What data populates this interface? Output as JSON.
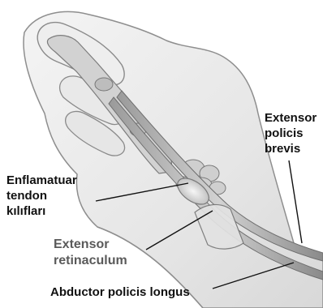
{
  "labels": {
    "extensor_policis_brevis": [
      "Extensor",
      "policis",
      "brevis"
    ],
    "enflamatuar_tendon": [
      "Enflamatuar",
      "tendon",
      "kılıfları"
    ],
    "extensor_retinaculum": [
      "Extensor",
      "retinaculum"
    ],
    "abductor_policis_longus": "Abductor policis longus"
  }
}
